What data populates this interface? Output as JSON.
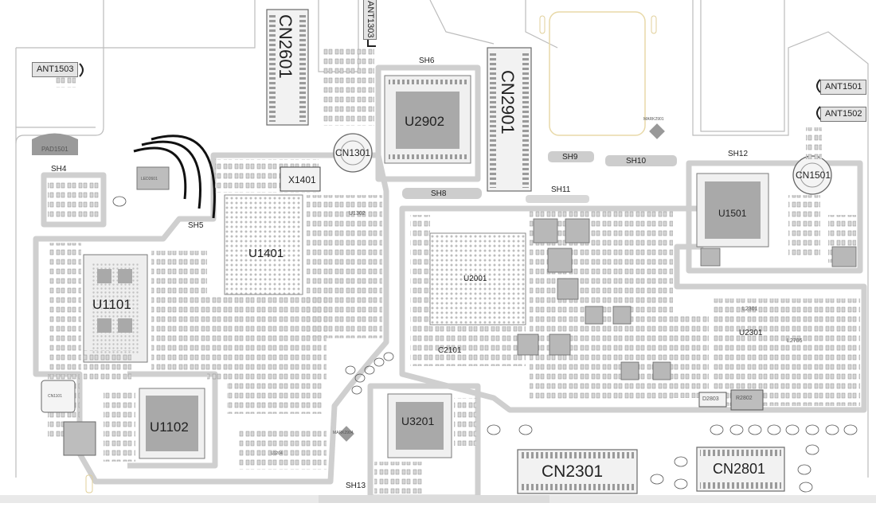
{
  "labels": {
    "ant1503": "ANT1503",
    "ant1303": "ANT1303",
    "ant1501": "ANT1501",
    "ant1502": "ANT1502",
    "cn2601": "CN2601",
    "cn2901": "CN2901",
    "cn1301": "CN1301",
    "cn1501": "CN1501",
    "cn2301": "CN2301",
    "cn2801": "CN2801",
    "u2902": "U2902",
    "u1401": "U1401",
    "u1101": "U1101",
    "u1102": "U1102",
    "u2001": "U2001",
    "u1501": "U1501",
    "u3201": "U3201",
    "u2301": "U2301",
    "u1302": "U1302",
    "x1401": "X1401",
    "c2101": "C2101",
    "d2803": "D2803",
    "r2802": "R2802",
    "l2301": "L2301",
    "l2705": "L2705",
    "sh4": "SH4",
    "sh5": "SH5",
    "sh6": "SH6",
    "sh8": "SH8",
    "sh9": "SH9",
    "sh10": "SH10",
    "sh11": "SH11",
    "sh12": "SH12",
    "sh13": "SH13",
    "pad1501": "PAD1501",
    "led2601": "LED2601",
    "mark2901": "MARK2901",
    "mark2904": "MARK2904",
    "u1204": "U1204",
    "cn1101": "CN1101"
  },
  "colors": {
    "shield": "#cfcfcf",
    "chip_body": "#a9a9a9",
    "pad": "#d5d5d5",
    "pad_edge": "#777777",
    "outline": "#b5b5b5",
    "camera_outline": "#e8d9a8"
  }
}
